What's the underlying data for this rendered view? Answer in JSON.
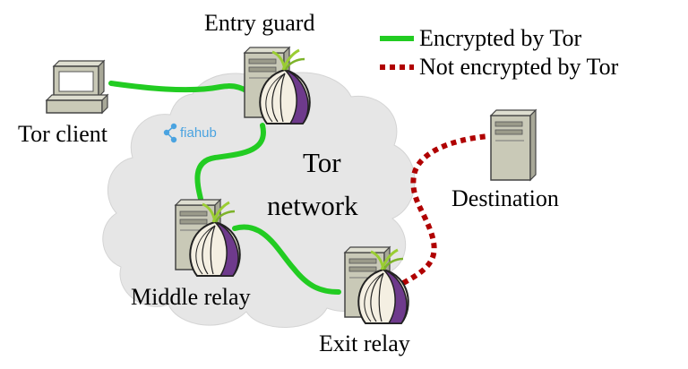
{
  "labels": {
    "entry_guard": "Entry guard",
    "tor_client": "Tor client",
    "tor": "Tor",
    "network": "network",
    "destination": "Destination",
    "middle_relay": "Middle relay",
    "exit_relay": "Exit relay"
  },
  "legend": {
    "encrypted": "Encrypted by Tor",
    "not_encrypted": "Not encrypted by Tor"
  },
  "watermark": "fiahub",
  "colors": {
    "encrypted": "#22cc22",
    "not_encrypted": "#b00000",
    "cloud": "#e6e6e6",
    "server": "#c9c9b7",
    "onion_purple": "#6e3a8c",
    "onion_white": "#f4efe2",
    "sprout": "#9acd32",
    "watermark": "#4aa3e0"
  }
}
